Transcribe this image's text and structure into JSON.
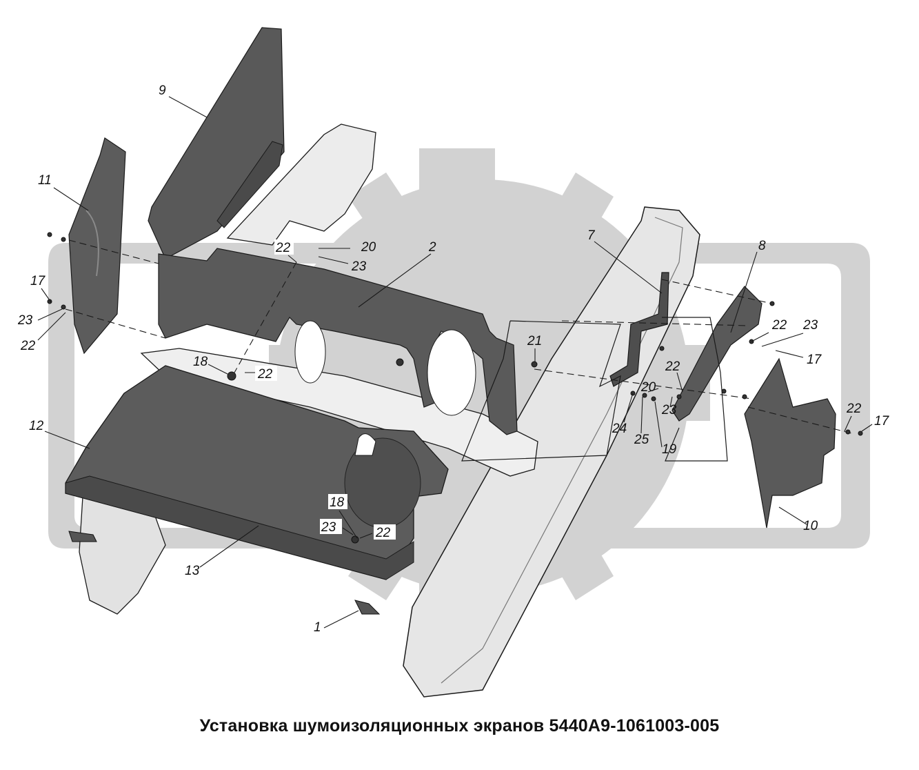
{
  "title": "Установка шумоизоляционных экранов 5440А9-1061003-005",
  "callouts": [
    "9",
    "11",
    "22",
    "20",
    "23",
    "2",
    "7",
    "8",
    "17",
    "23",
    "22",
    "22",
    "23",
    "21",
    "22",
    "23",
    "17",
    "18",
    "22",
    "20",
    "23",
    "24",
    "25",
    "19",
    "12",
    "22",
    "17",
    "18",
    "23",
    "22",
    "13",
    "10",
    "1"
  ]
}
